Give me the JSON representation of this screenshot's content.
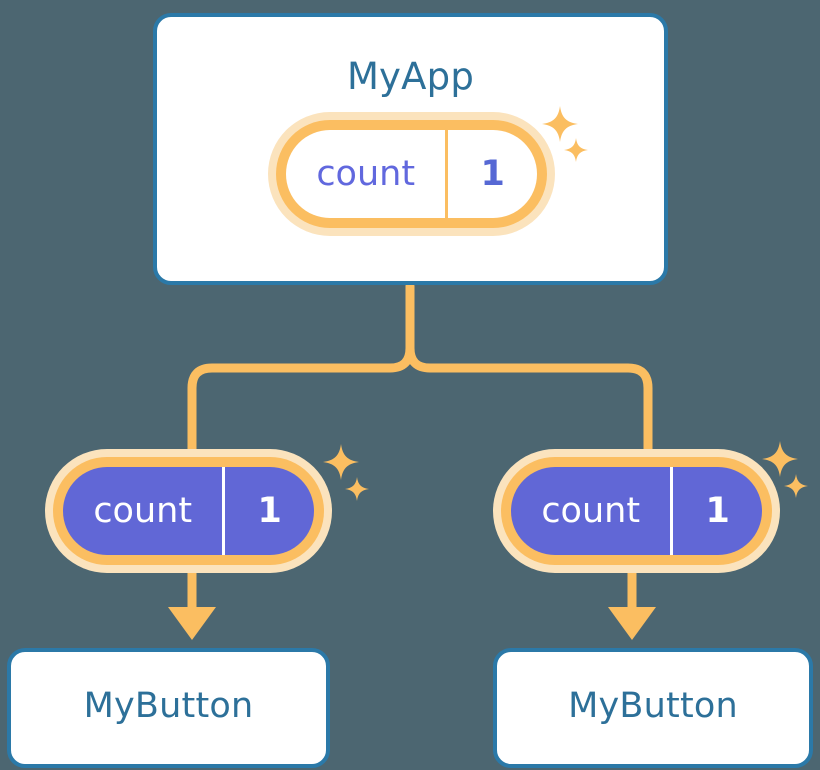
{
  "diagram": {
    "type": "component-state-tree",
    "title": "MyApp",
    "background_color": "#4c6671",
    "accent_colors": {
      "card_border": "#2b79a8",
      "card_text": "#2d7099",
      "state_ring": "#fbbe61",
      "state_glow": "#fbe3bd",
      "state_fill_solid": "#6167d6",
      "state_value_text_light": "#5668d4",
      "connector": "#fbbe61"
    }
  },
  "root": {
    "label": "MyApp",
    "state": {
      "key": "count",
      "value": "1",
      "style": "light",
      "sparkle": true
    }
  },
  "children": [
    {
      "id": "left",
      "label": "MyButton",
      "state": {
        "key": "count",
        "value": "1",
        "style": "solid",
        "sparkle": true
      }
    },
    {
      "id": "right",
      "label": "MyButton",
      "state": {
        "key": "count",
        "value": "1",
        "style": "solid",
        "sparkle": true
      }
    }
  ],
  "icons": {
    "sparkle_large": "sparkle-four-point-icon",
    "sparkle_small": "sparkle-four-point-small-icon",
    "arrow": "arrow-down-icon",
    "branch": "tree-branch-connector"
  }
}
